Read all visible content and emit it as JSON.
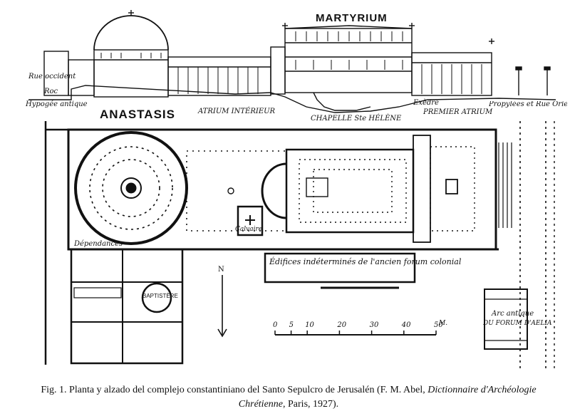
{
  "labels": {
    "martyrium": "MARTYRIUM",
    "anastasis": "ANASTASIS",
    "rue_occident": "Rue occident",
    "roc": "Roc",
    "hypogee": "Hypogée antique",
    "atrium_interieur": "ATRIUM INTÉRIEUR",
    "chapelle": "CHAPELLE Ste HÉLÈNE",
    "exedre": "Exèdre",
    "premier_atrium": "PREMIER ATRIUM",
    "propylees": "Propylées et Rue Orie",
    "dependances": "Dépendances",
    "calvaire": "Calvaire",
    "edifices": "Édifices indéterminés de l'ancien forum colonial",
    "baptistere": "BAPTISTÈRE",
    "north": "N",
    "arc_antique": "Arc antique",
    "forum_aelia": "DU FORUM D'AELIA"
  },
  "scale": {
    "ticks": [
      "0",
      "5",
      "10",
      "20",
      "30",
      "40",
      "50"
    ],
    "unit": "M."
  },
  "caption": {
    "prefix": "Fig. 1. Planta y alzado del complejo constantiniano del Santo Sepulcro de Jerusalén (F. M. Abel, ",
    "italic1": "Dictionnaire d'Archéologie",
    "italic2": "Chrétienne",
    "suffix": ", Paris, 1927)."
  }
}
